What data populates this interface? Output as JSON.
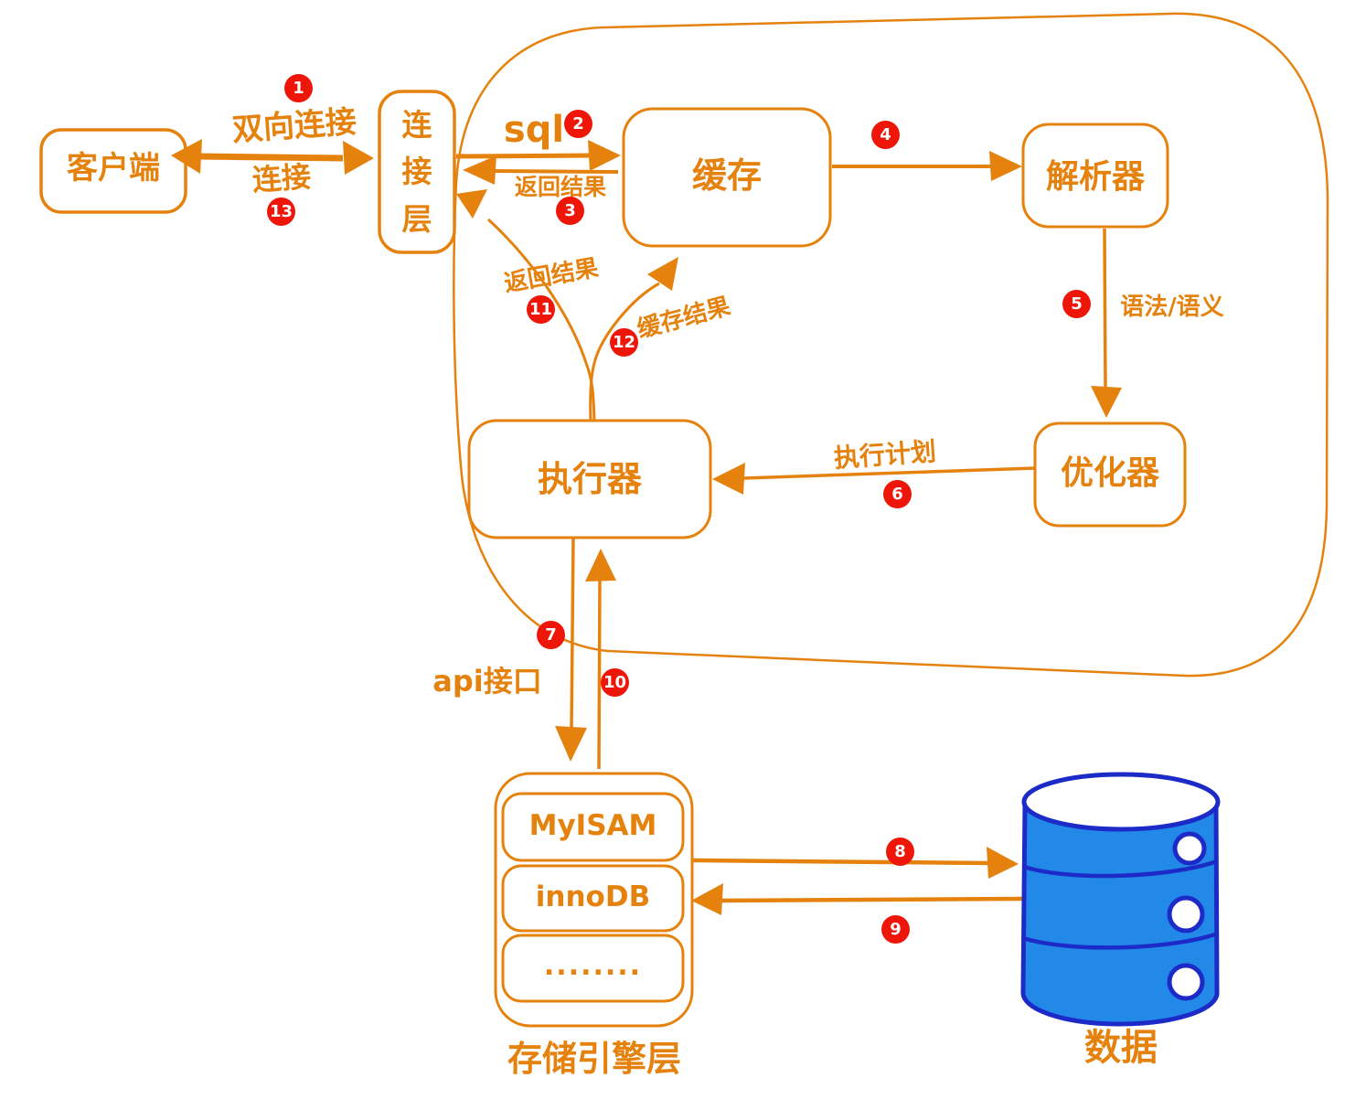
{
  "colors": {
    "orange": "#E5820E",
    "badge_red": "#ED1608",
    "database_fill": "#2389E8",
    "database_stroke": "#1C2BC8"
  },
  "nodes": {
    "client": "客户端",
    "connection_layer": "连接层",
    "cache": "缓存",
    "parser": "解析器",
    "optimizer": "优化器",
    "executor": "执行器",
    "engine_myisam": "MyISAM",
    "engine_innodb": "innoDB",
    "engine_more": "........",
    "storage_layer_caption": "存储引擎层",
    "database_caption": "数据"
  },
  "edge_labels": {
    "bidirectional_top": "双向连接",
    "bidirectional_bottom": "连接",
    "sql": "sql",
    "return_result": "返回结果",
    "syntax_semantics": "语法/语义",
    "execution_plan": "执行计划",
    "return_result_mid": "返回结果",
    "cache_result": "缓存结果",
    "api_interface": "api接口"
  },
  "step_badges": {
    "s1": "1",
    "s2": "2",
    "s3": "3",
    "s4": "4",
    "s5": "5",
    "s6": "6",
    "s7": "7",
    "s8": "8",
    "s9": "9",
    "s10": "10",
    "s11": "11",
    "s12": "12",
    "s13": "13"
  }
}
